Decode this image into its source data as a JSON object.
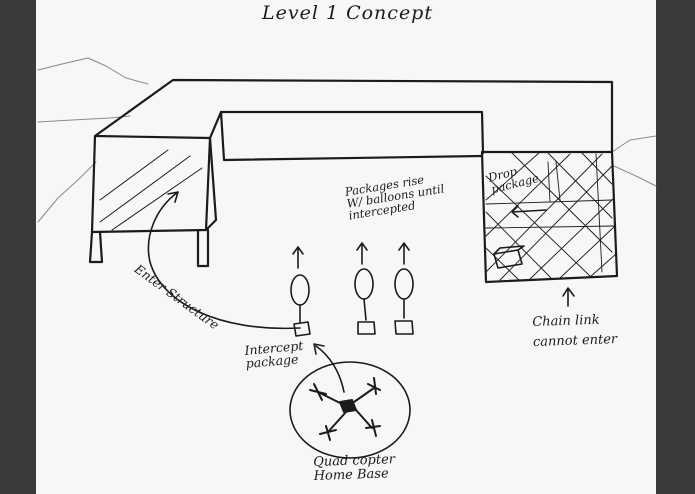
{
  "title": "Level 1 Concept",
  "labels": {
    "packages_rise": [
      "Packages rise",
      "W/ balloons until",
      "intercepted"
    ],
    "drop_package": [
      "Drop",
      "package"
    ],
    "enter_structure": "Enter Structure",
    "intercept_package": [
      "Intercept",
      "package"
    ],
    "chain_link": [
      "Chain link",
      "cannot enter"
    ],
    "quadcopter_home_base": [
      "Quad copter",
      "Home Base"
    ]
  },
  "colors": {
    "ink": "#1b1b1b",
    "paper": "#f7f7f5",
    "background_wall": "#3a3a3a"
  }
}
